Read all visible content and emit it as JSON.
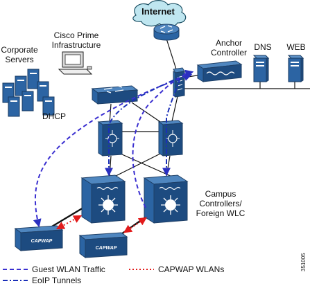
{
  "labels": {
    "internet": "Internet",
    "anchor_controller": [
      "Anchor",
      "Controller"
    ],
    "dns": "DNS",
    "web": "WEB",
    "cisco_prime": [
      "Cisco Prime",
      "Infrastructure"
    ],
    "corporate_servers": [
      "Corporate",
      "Servers"
    ],
    "dhcp": "DHCP",
    "campus_controllers": [
      "Campus",
      "Controllers/",
      "Foreign WLC"
    ],
    "ap_text": "CAPWAP",
    "figure_id": "351005"
  },
  "legend": {
    "guest": "Guest WLAN Traffic",
    "capwap": "CAPWAP WLANs",
    "eoip": "EoIP Tunnels"
  },
  "colors": {
    "device_blue": "#2b64a3",
    "guest_line": "#3a2fd0",
    "eoip_line": "#1a2fb8",
    "capwap_line": "#e21b1b",
    "cloud": "#bfe6f0"
  }
}
